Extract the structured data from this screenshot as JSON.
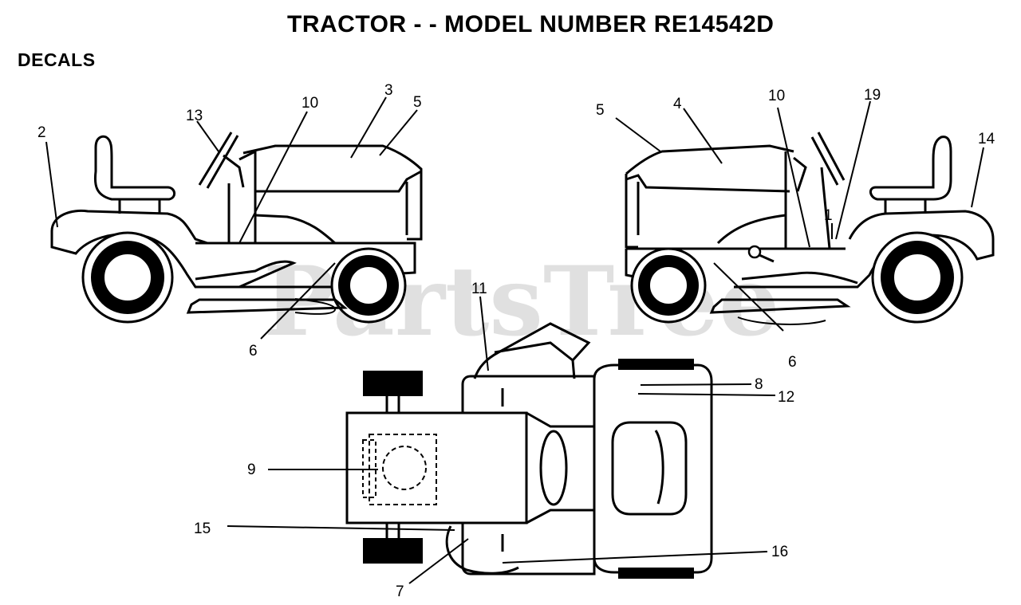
{
  "title": "TRACTOR - - MODEL NUMBER RE14542D",
  "section": "DECALS",
  "watermark": "PartsTree",
  "callouts": {
    "left_2": "2",
    "left_13": "13",
    "left_10": "10",
    "left_3": "3",
    "left_5": "5",
    "left_6": "6",
    "right_5": "5",
    "right_4": "4",
    "right_10": "10",
    "right_19": "19",
    "right_14": "14",
    "right_1": "1",
    "right_6": "6",
    "top_11": "11",
    "top_8": "8",
    "top_12": "12",
    "top_9": "9",
    "top_15": "15",
    "top_16": "16",
    "top_7": "7"
  },
  "colors": {
    "line": "#000000",
    "background": "#ffffff",
    "watermark": "#c8c8c8"
  }
}
